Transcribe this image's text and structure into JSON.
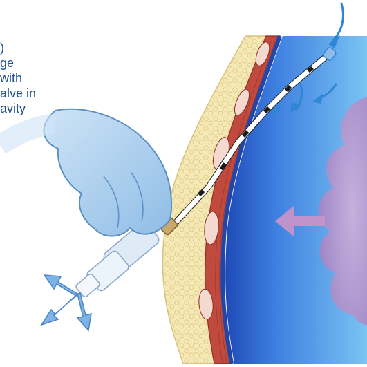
{
  "caption": {
    "lines": [
      ")",
      "ge",
      "with",
      "alve in",
      "avity"
    ]
  },
  "colors": {
    "caption_text": "#1f4f8f",
    "glove": "#9fc7ea",
    "skin": "#f3e4a8",
    "muscle": "#b8453b",
    "pleura": "#3b6fd1",
    "lung": "#b79ad1",
    "arrow_flow": "#2f86d6",
    "arrow_lung": "#c792c9"
  },
  "icons": [
    "flow-arrow-icon",
    "lung-arrow-icon",
    "multi-direction-arrow-icon"
  ]
}
